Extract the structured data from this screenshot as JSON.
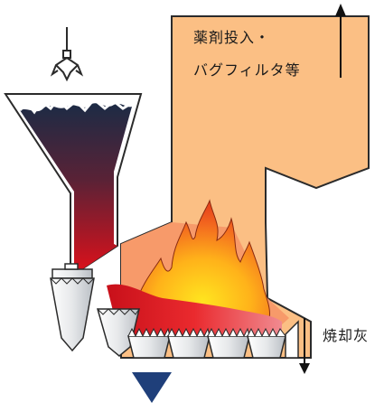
{
  "labels": {
    "flue_gas_treatment_line1": "薬剤投入・",
    "flue_gas_treatment_line2": "バグフィルタ等",
    "bottom_ash": "焼却灰"
  },
  "colors": {
    "furnace_body": "#FBBF84",
    "outline": "#2b2b2b",
    "waste_dark": "#1c2b45",
    "hot_red": "#e0101a",
    "flame_yellow": "#ffd51a",
    "flame_orange": "#f36a1f",
    "grate_steel": "#d9dde2",
    "arrow_blue": "#1f3f7a",
    "arrow_black": "#111111"
  },
  "icons": {
    "crane": "crane-grab-icon",
    "down_arrow": "down-triangle-icon"
  }
}
